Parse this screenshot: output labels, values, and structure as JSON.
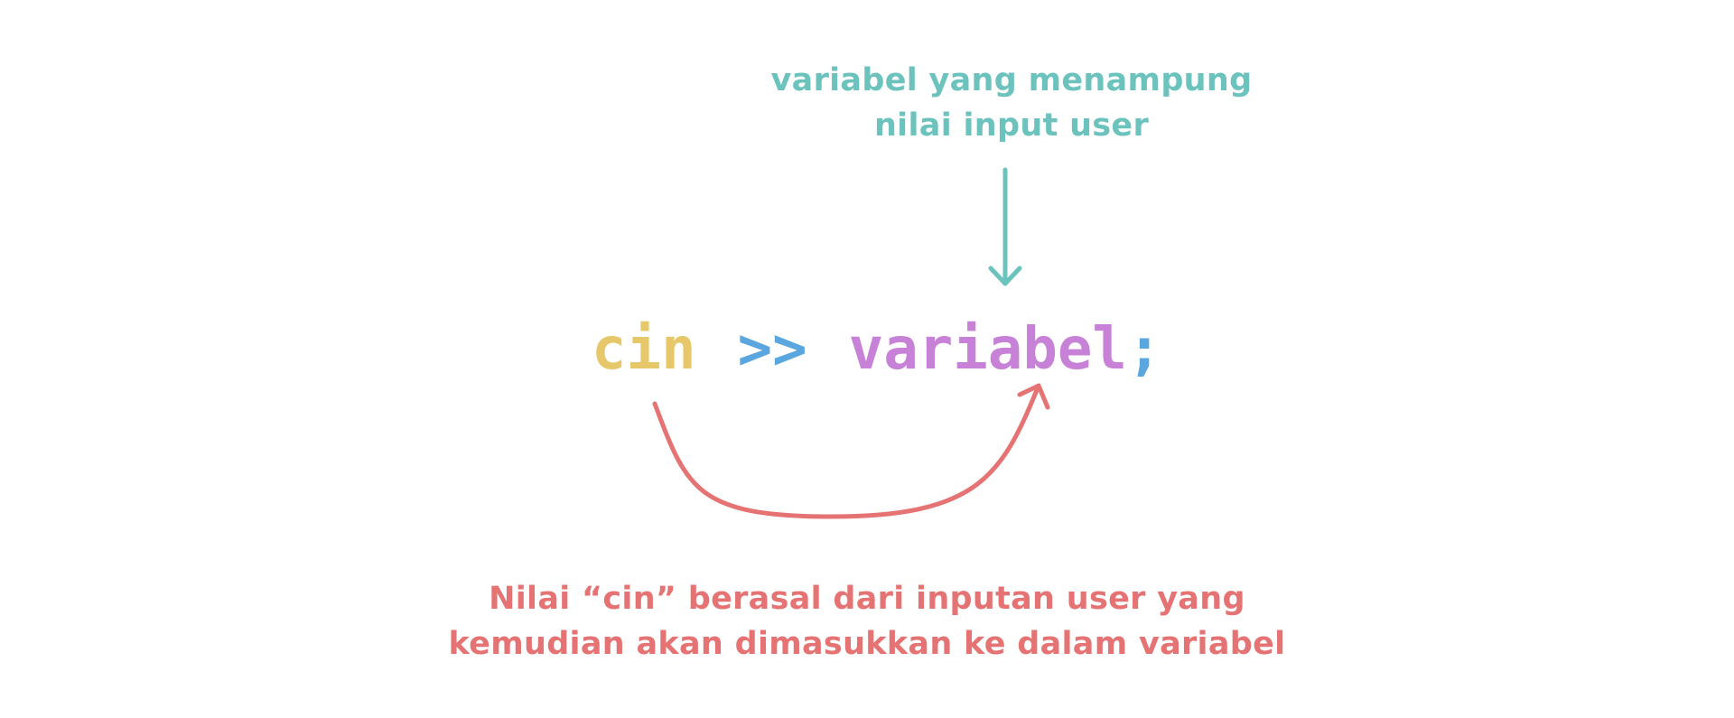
{
  "annotations": {
    "top": {
      "lines": [
        "variabel yang menampung",
        "nilai input user"
      ],
      "color": "#6cc3bd"
    },
    "bottom": {
      "lines": [
        "Nilai “cin” berasal dari inputan user yang",
        "kemudian akan dimasukkan ke dalam variabel"
      ],
      "color": "#e57373"
    }
  },
  "code": {
    "cin": {
      "text": "cin",
      "color": "#e6c86a"
    },
    "operator": {
      "text": ">>",
      "color": "#5aa7e0"
    },
    "variable": {
      "text": "variabel",
      "color": "#c781d6"
    },
    "semicolon": {
      "text": ";",
      "color": "#5aa7e0"
    }
  },
  "arrows": {
    "down_color": "#6cc3bd",
    "curve_color": "#e57373"
  }
}
